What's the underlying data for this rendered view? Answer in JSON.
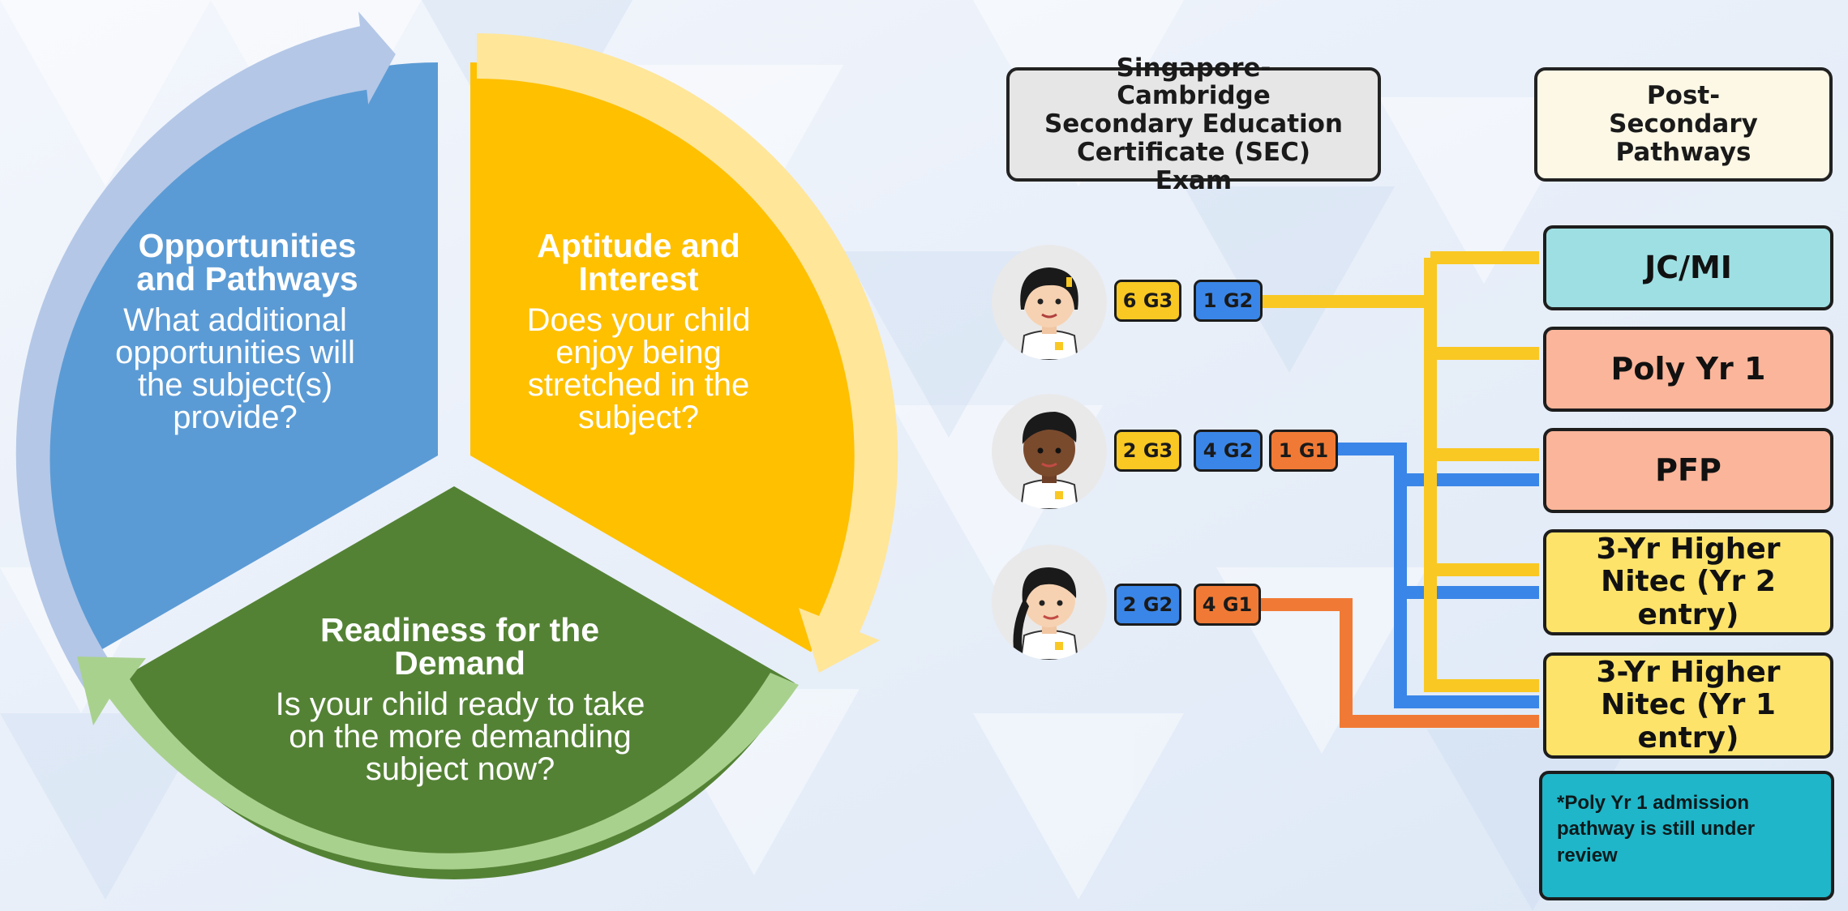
{
  "cycle": {
    "segments": [
      {
        "title": "Opportunities and Pathways",
        "body": "What additional opportunities will the subject(s) provide?",
        "color": "#5b9bd5",
        "arrow_color": "#b4c7e7"
      },
      {
        "title": "Aptitude and Interest",
        "body": "Does your child enjoy being stretched in the subject?",
        "color": "#ffc000",
        "arrow_color": "#ffe699"
      },
      {
        "title": "Readiness for the Demand",
        "body": "Is your child ready to take on the more demanding subject now?",
        "color": "#548235",
        "arrow_color": "#a9d18e"
      }
    ]
  },
  "flowchart": {
    "exam_header": "Singapore-Cambridge Secondary Education Certificate (SEC) Exam",
    "pathways_header": "Post-Secondary Pathways",
    "students": [
      {
        "badges": [
          "6 G3",
          "1 G2"
        ]
      },
      {
        "badges": [
          "2 G3",
          "4 G2",
          "1 G1"
        ]
      },
      {
        "badges": [
          "2 G2",
          "4 G1"
        ]
      }
    ],
    "badge_colors": {
      "G3": "#f9c823",
      "G2": "#3a86e8",
      "G1": "#f07a35"
    },
    "pathways": [
      {
        "label": "JC/MI",
        "color": "#9edfe3"
      },
      {
        "label": "Poly Yr 1",
        "color": "#fbb59a"
      },
      {
        "label": "PFP",
        "color": "#fbb59a"
      },
      {
        "label": "3-Yr Higher Nitec (Yr 2 entry)",
        "color": "#fde36a"
      },
      {
        "label": "3-Yr Higher Nitec (Yr 1 entry)",
        "color": "#fde36a"
      }
    ],
    "note": "*Poly Yr 1 admission pathway is still under review",
    "note_color": "#1fb6c9"
  }
}
